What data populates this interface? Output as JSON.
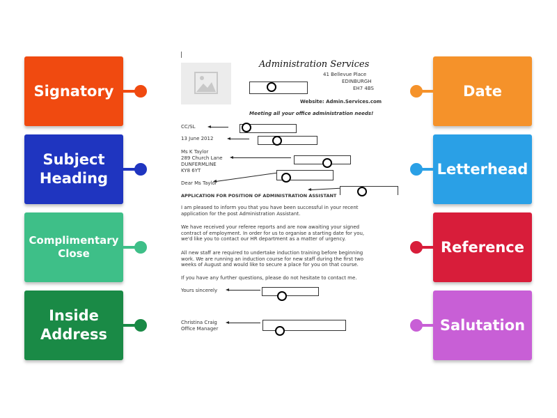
{
  "labels_left": [
    {
      "text": "Signatory",
      "color": "#f04a10",
      "knob": "#f04a10"
    },
    {
      "text": "Subject\nHeading",
      "color": "#1f35c0",
      "knob": "#1f35c0"
    },
    {
      "text": "Complimentary\nClose",
      "color": "#3ebf88",
      "knob": "#3ebf88"
    },
    {
      "text": "Inside\nAddress",
      "color": "#1a8a46",
      "knob": "#1a8a46"
    }
  ],
  "labels_right": [
    {
      "text": "Date",
      "color": "#f5922a",
      "knob": "#f5922a"
    },
    {
      "text": "Letterhead",
      "color": "#2aa0e6",
      "knob": "#2aa0e6"
    },
    {
      "text": "Reference",
      "color": "#d81d3a",
      "knob": "#d81d3a"
    },
    {
      "text": "Salutation",
      "color": "#c85fd6",
      "knob": "#c85fd6"
    }
  ],
  "document": {
    "cursor_mark": "|",
    "company": "Administration Services",
    "address1": "41 Bellevue Place",
    "address2": "EDINBURGH",
    "address3": "EH7 4BS",
    "website": "Website:  Admin.Services.com",
    "slogan": "Meeting all your office administration needs!",
    "reference": "CC/SL",
    "date": "13 June 2012",
    "inside_address": [
      "Ms K Taylor",
      "289 Church Lane",
      "DUNFERMLINE",
      "KY8 6YT"
    ],
    "salutation": "Dear Ms Taylor",
    "subject": "APPLICATION FOR POSITION OF ADMINISTRATION ASSISTANT",
    "para1": "I am pleased to inform you that you have been successful in your recent application for the post Administration Assistant.",
    "para2": "We have received your referee reports and are now awaiting your signed contract of employment.  In order for us to organise a starting date for you, we'd like you to contact our HR department as a matter of urgency.",
    "para3": "All new staff are required to undertake induction training before beginning work. We are running an induction course for new staff during the first two weeks of August and would like to secure a place for you on that course.",
    "para4": "If you have any further questions, please do not hesitate to contact me.",
    "close": "Yours sincerely",
    "signatory_name": "Christina Craig",
    "signatory_title": "Office Manager"
  }
}
